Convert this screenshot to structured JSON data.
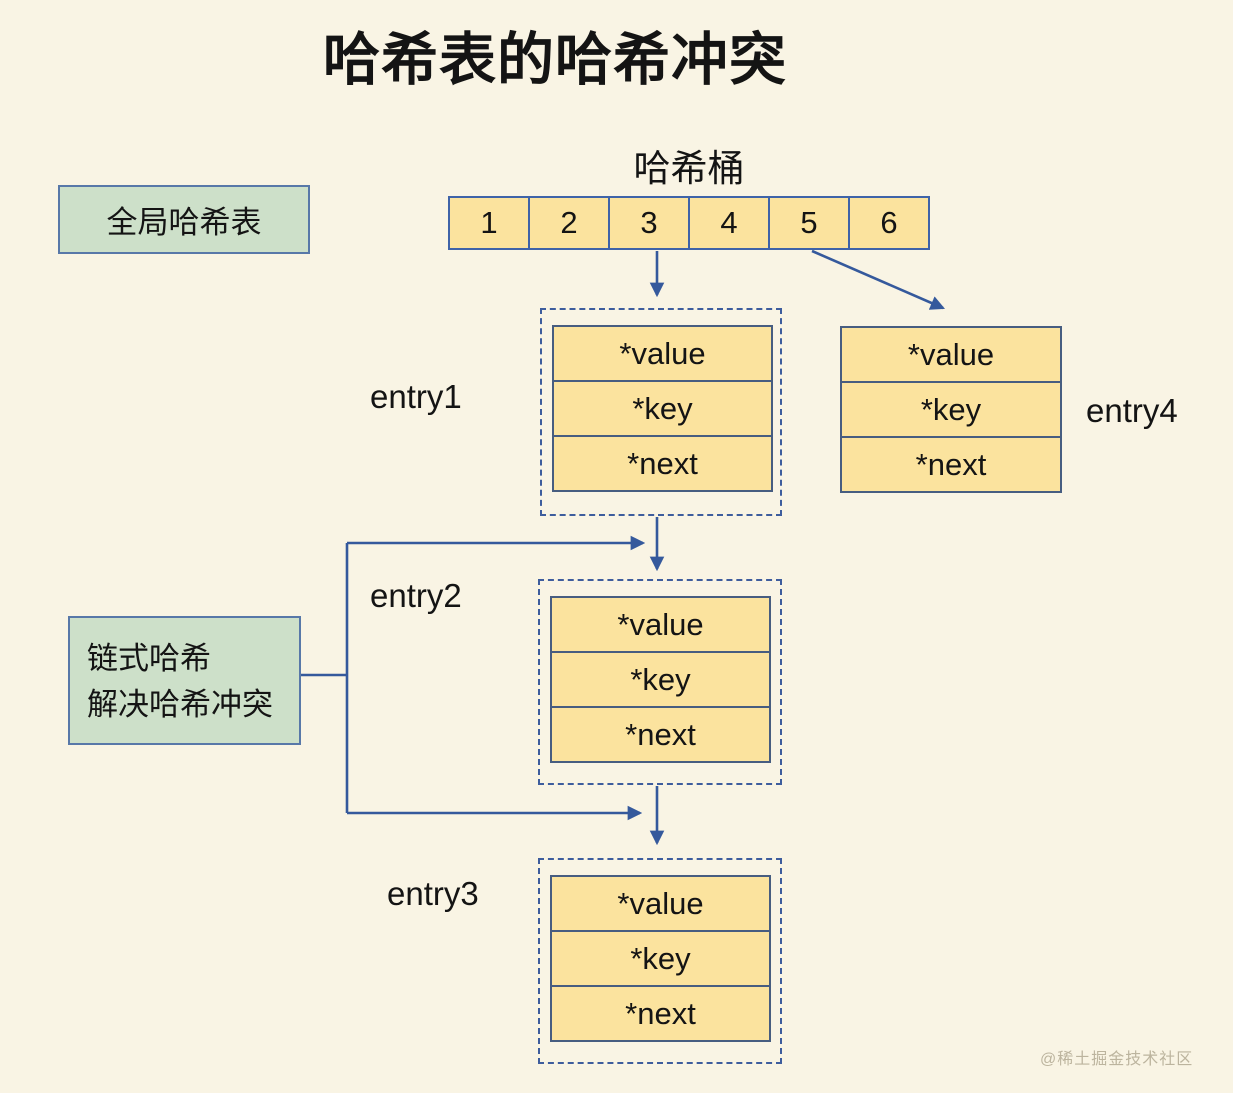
{
  "title": "哈希表的哈希冲突",
  "bucket": {
    "label": "哈希桶",
    "cells": [
      "1",
      "2",
      "3",
      "4",
      "5",
      "6"
    ]
  },
  "global_box": {
    "label": "全局哈希表"
  },
  "chain_box": {
    "line1": "链式哈希",
    "line2": "解决哈希冲突"
  },
  "entries": [
    {
      "name": "entry1",
      "dashed": true,
      "fields": [
        "*value",
        "*key",
        "*next"
      ]
    },
    {
      "name": "entry4",
      "dashed": false,
      "fields": [
        "*value",
        "*key",
        "*next"
      ]
    },
    {
      "name": "entry2",
      "dashed": true,
      "fields": [
        "*value",
        "*key",
        "*next"
      ]
    },
    {
      "name": "entry3",
      "dashed": true,
      "fields": [
        "*value",
        "*key",
        "*next"
      ]
    }
  ],
  "connectors": [
    "bucket3-to-entry1",
    "bucket5-to-entry4",
    "entry1-to-entry2",
    "chainbox-to-trunk",
    "trunk",
    "trunk-to-entry2",
    "trunk-to-entry3",
    "entry2-to-entry3"
  ],
  "watermark": "@稀土掘金技术社区",
  "colors": {
    "background": "#f9f4e4",
    "cell_fill": "#fbe39e",
    "cell_border": "#475d80",
    "bucket_border": "#3f63a8",
    "green_fill": "#cde0c9",
    "green_border": "#5878a8",
    "arrow": "#35599c",
    "dashed_border": "#3e5d9d",
    "watermark_text": "#bcb49e"
  }
}
